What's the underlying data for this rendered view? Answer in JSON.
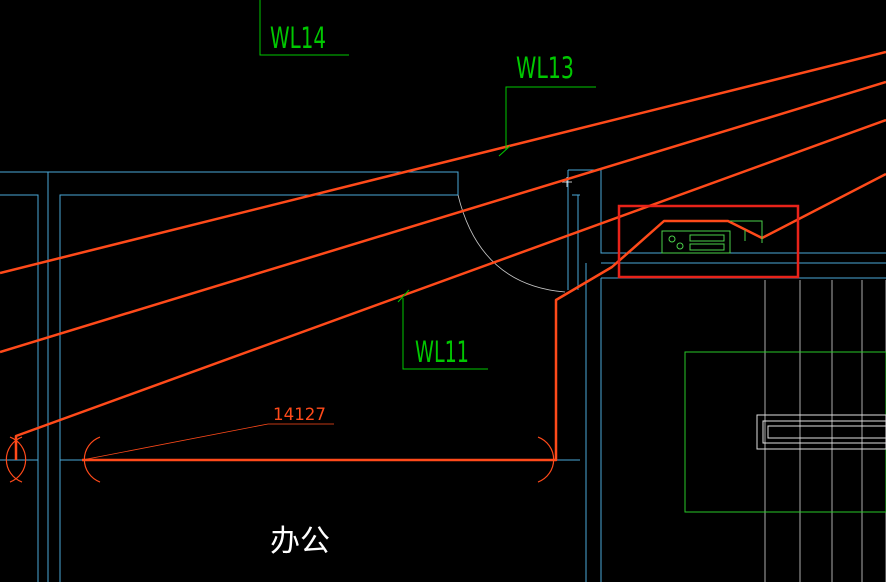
{
  "drawing": {
    "wire_labels": [
      "WL14",
      "WL13",
      "WL11"
    ],
    "dimension_text": "14127",
    "room_label": "办公",
    "colors": {
      "background": "#000000",
      "wall": "#4aa8d8",
      "wire": "#ff4a1a",
      "label": "#00c800",
      "symbol": "#4ad04a",
      "highlight": "#e8231a",
      "door_arc": "#c8c8c8",
      "stair": "#d8d8d8"
    }
  }
}
